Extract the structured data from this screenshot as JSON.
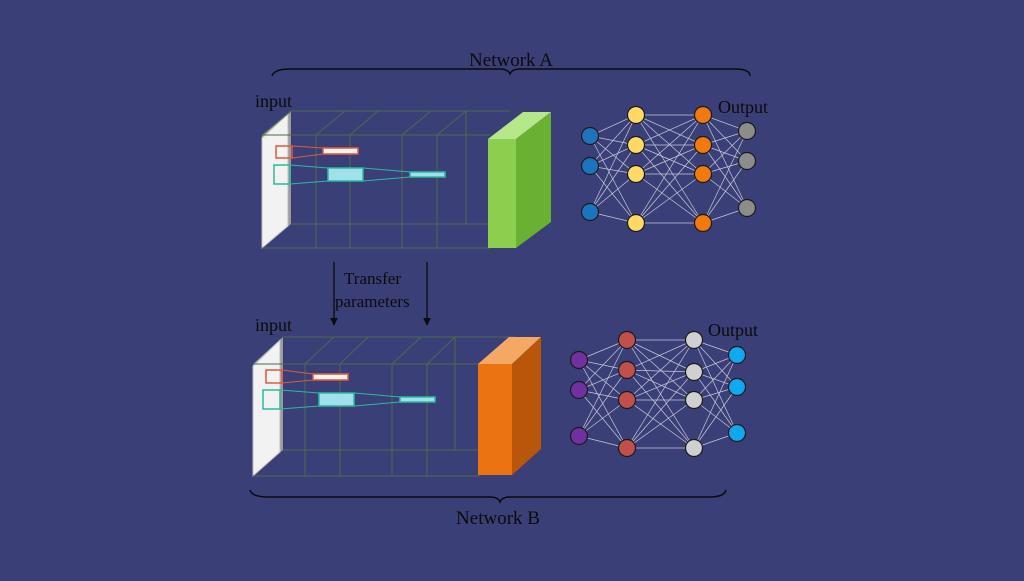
{
  "labels": {
    "network_a": "Network A",
    "network_b": "Network B",
    "input_a": "input",
    "input_b": "input",
    "output_a": "Output",
    "output_b": "Output",
    "transfer_line1": "Transfer",
    "transfer_line2": "parameters"
  },
  "colors": {
    "background": "#3a3f78",
    "network_a_block": "#8ccf4e",
    "network_b_block": "#ec7311",
    "a_layer1": "#1e73be",
    "a_layer2": "#ffd966",
    "a_layer3": "#f07a10",
    "a_layer4": "#8c8c8c",
    "b_layer1": "#7030a0",
    "b_layer2": "#c0504d",
    "b_layer3": "#d0d0d0",
    "b_layer4": "#11a8f0"
  }
}
